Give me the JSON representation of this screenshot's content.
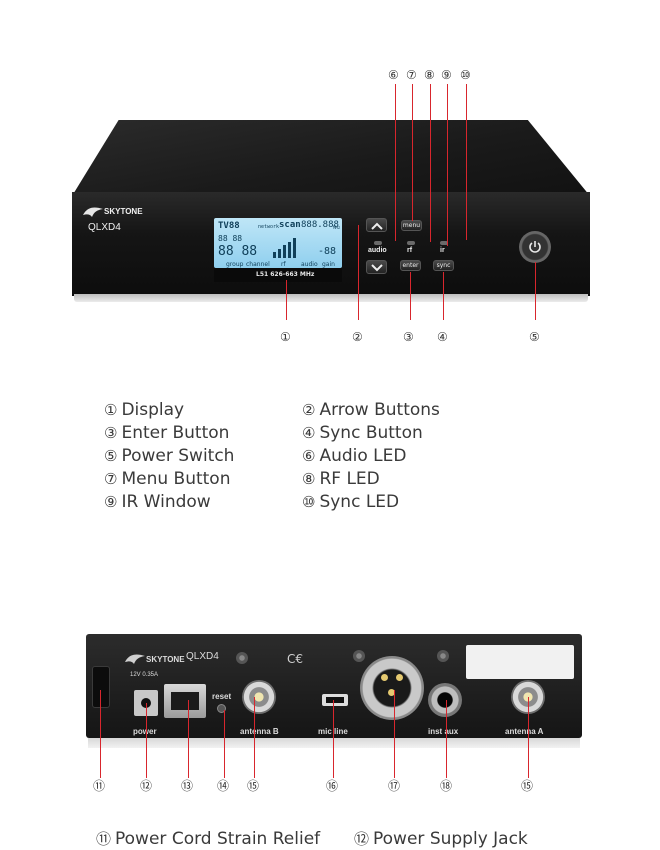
{
  "front": {
    "brand": "SKYTONE",
    "model": "QLXD4",
    "lcd": {
      "tv": "TV88",
      "network": "network",
      "scan": "scan",
      "freq_digits": "888.888",
      "mhz": "MHz",
      "row2": "88 88",
      "row3": "88 88",
      "db": "-88",
      "group": "group",
      "channel": "channel",
      "rf": "rf",
      "audio": "audio",
      "gain": "gain",
      "band": "L51 626-663 MHz"
    },
    "buttons": {
      "menu": "menu",
      "enter": "enter",
      "sync": "sync",
      "audio": "audio",
      "rf": "rf",
      "ir": "ir"
    },
    "callouts_top": [
      "⑥",
      "⑦",
      "⑧",
      "⑨",
      "⑩"
    ],
    "callouts_bottom": [
      "①",
      "②",
      "③",
      "④",
      "⑤"
    ]
  },
  "legend": [
    {
      "mark": "①",
      "text": "Display"
    },
    {
      "mark": "②",
      "text": "Arrow Buttons"
    },
    {
      "mark": "③",
      "text": "Enter Button"
    },
    {
      "mark": "④",
      "text": "Sync Button"
    },
    {
      "mark": "⑤",
      "text": "Power Switch"
    },
    {
      "mark": "⑥",
      "text": "Audio LED"
    },
    {
      "mark": "⑦",
      "text": "Menu Button"
    },
    {
      "mark": "⑧",
      "text": "RF LED"
    },
    {
      "mark": "⑨",
      "text": "IR Window"
    },
    {
      "mark": "⑩",
      "text": "Sync LED"
    }
  ],
  "rear": {
    "brand": "SKYTONE",
    "model": "QLXD4",
    "power_rating": "12V 0.35A",
    "labels": {
      "power": "power",
      "reset": "reset",
      "antenna_b": "antenna B",
      "mic_line": "mic  line",
      "inst_aux": "inst  aux",
      "antenna_a": "antenna A"
    },
    "callouts": [
      "⑪",
      "⑫",
      "⑬",
      "⑭",
      "⑮",
      "⑯",
      "⑰",
      "⑱",
      "⑮"
    ]
  },
  "legend_bottom": [
    {
      "mark": "⑪",
      "text": "Power Cord Strain Relief"
    },
    {
      "mark": "⑫",
      "text": "Power Supply Jack"
    }
  ],
  "colors": {
    "leader": "#d8262d",
    "lcd": "#a8dcf3"
  }
}
